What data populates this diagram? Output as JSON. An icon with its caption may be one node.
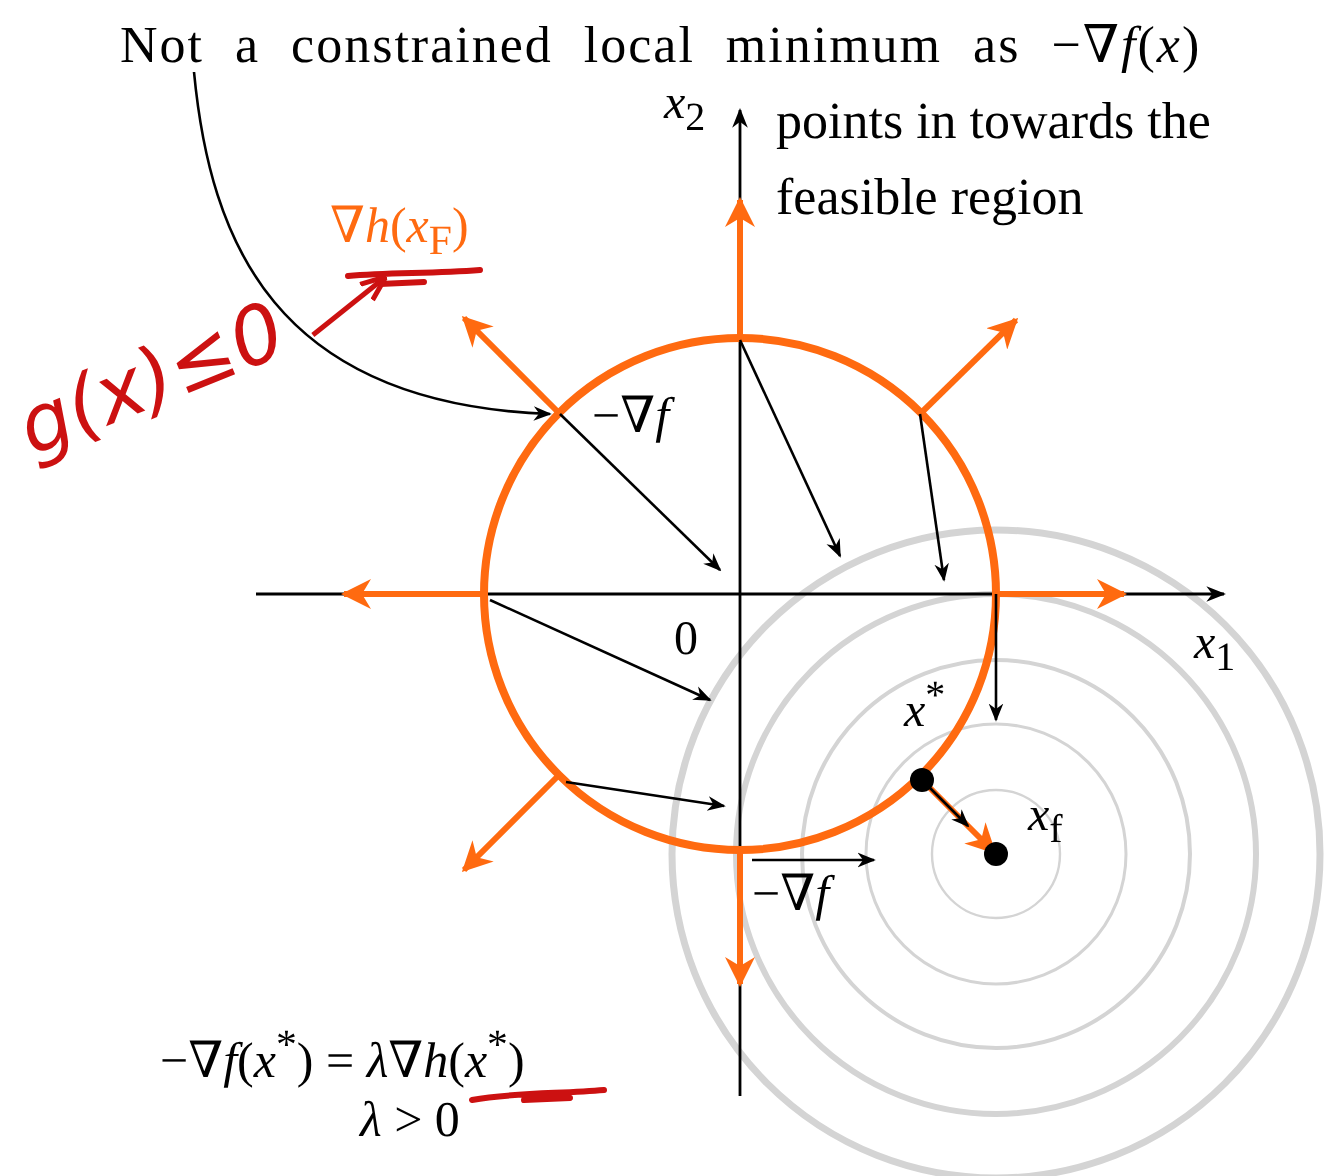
{
  "diagram": {
    "nodes": [
      {
        "text": [
          "Not a constrained local minimum as −∇*f*(*x*) points in towards the feasible region"
        ]
      },
      {
        "text": [
          "g(x)≤0"
        ]
      },
      {
        "text": [
          "∇*h*(*x*$_{F}$)"
        ]
      }
    ],
    "edges": [
      {
        "from": 0,
        "to": null,
        "arrow": "to"
      },
      {
        "from": 1,
        "to": 2,
        "arrow": "to",
        "color": "#cc1111"
      }
    ],
    "labels": [
      "*x*$_{2}$",
      "−∇*f*",
      "0",
      "*x*$_{1}$",
      "*x*$^{*}$",
      "*x*$_{f}$",
      "−∇*f*",
      "−∇*f*(*x*$^{*}$) = *λ*∇*h*(*x*$^{*}$)",
      "*λ* > 0"
    ]
  }
}
